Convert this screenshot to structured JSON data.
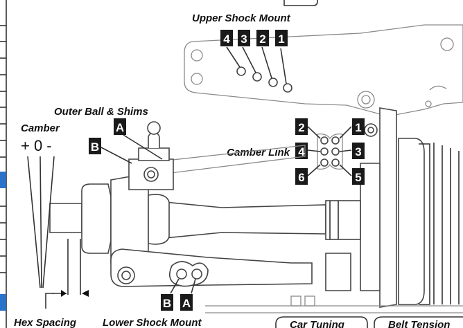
{
  "diagram": {
    "labels": {
      "upper_shock_mount": "Upper Shock Mount",
      "outer_ball_shims": "Outer Ball & Shims",
      "camber": "Camber",
      "camber_signs": "+ 0 -",
      "camber_link": "Camber Link",
      "hex_spacing": "Hex Spacing",
      "lower_shock_mount": "Lower Shock Mount",
      "bottom_box_1": "Car Tuning",
      "bottom_box_2": "Belt Tension"
    },
    "upper_holes": [
      "4",
      "3",
      "2",
      "1"
    ],
    "camber_holes": {
      "left": [
        "2",
        "4",
        "6"
      ],
      "right": [
        "1",
        "3",
        "5"
      ]
    },
    "ball_positions": [
      "A",
      "B"
    ],
    "lower_mount": [
      "B",
      "A"
    ],
    "colors": {
      "accent_blue": "#2a73c9",
      "box_fill": "#1a1a1a",
      "line": "#333333"
    }
  }
}
